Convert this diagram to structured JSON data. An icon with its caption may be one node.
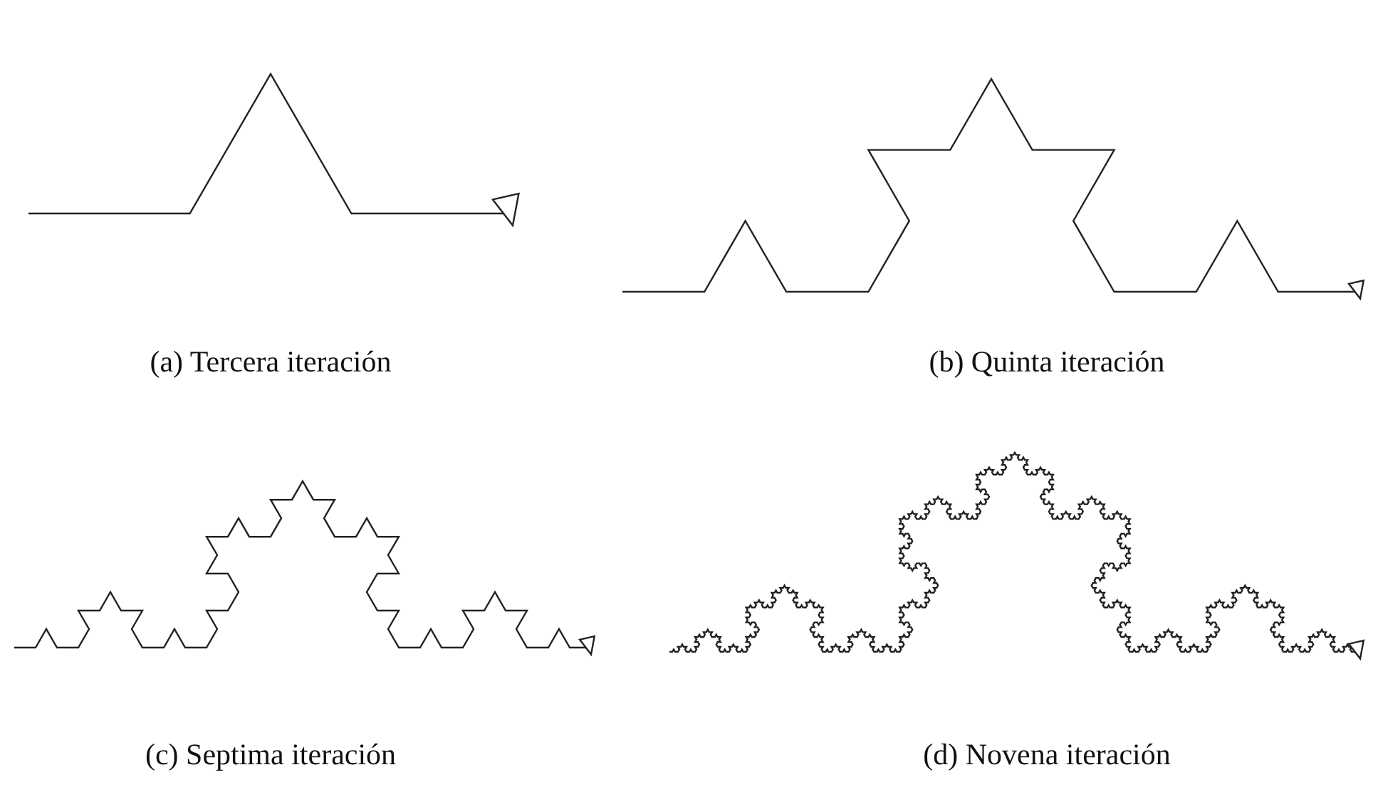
{
  "diagram": {
    "labels": [
      "(a) Tercera iteración",
      "(b) Quinta iteración",
      "(c) Septima iteración",
      "(d) Novena iteración"
    ]
  }
}
